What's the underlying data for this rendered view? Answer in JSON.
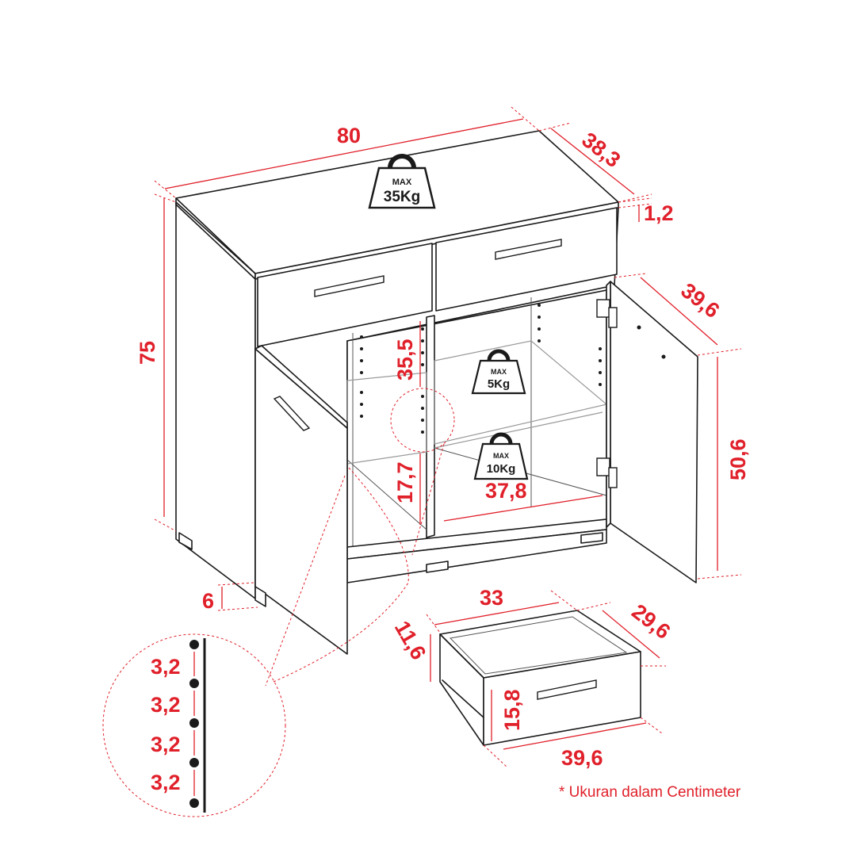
{
  "colors": {
    "accent": "#e0202a",
    "line": "#1a1a1a"
  },
  "weights": {
    "top": {
      "max": "MAX",
      "load": "35Kg",
      "icon": "weight-icon"
    },
    "upper_shelf": {
      "max": "MAX",
      "load": "5Kg",
      "icon": "weight-icon"
    },
    "lower_shelf": {
      "max": "MAX",
      "load": "10Kg",
      "icon": "weight-icon"
    }
  },
  "dimensions": {
    "width": "80",
    "depth": "38,3",
    "top_thickness": "1,2",
    "height": "75",
    "upper_compartment": "35,5",
    "lower_compartment": "17,7",
    "inner_width": "37,8",
    "door_depth": "39,6",
    "door_height": "50,6",
    "leg_height": "6",
    "drawer_inner_width": "33",
    "drawer_depth": "29,6",
    "drawer_inner_height": "11,6",
    "drawer_front_height": "15,8",
    "drawer_front_width": "39,6"
  },
  "hole_spacing": [
    "3,2",
    "3,2",
    "3,2",
    "3,2"
  ],
  "note": "* Ukuran dalam Centimeter"
}
